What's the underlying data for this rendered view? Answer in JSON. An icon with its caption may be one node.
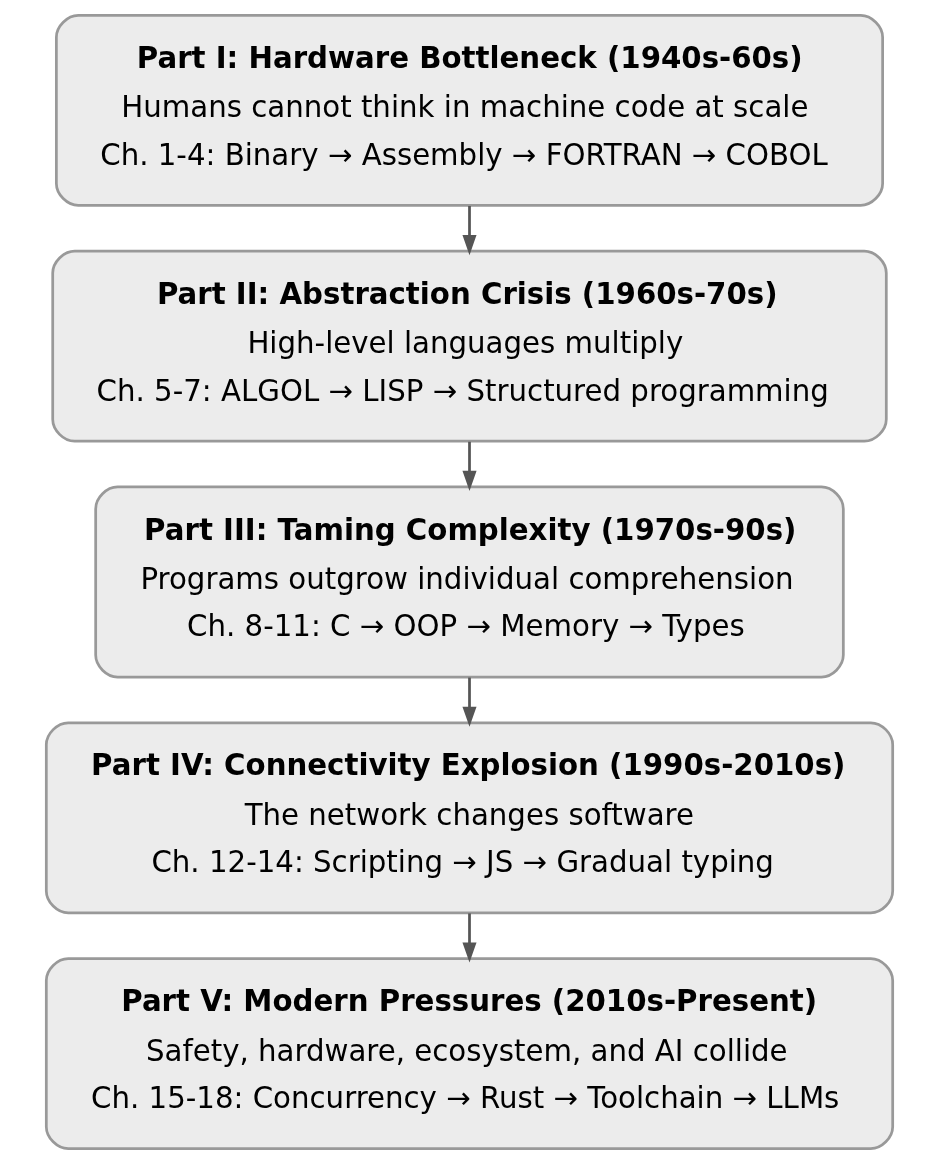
{
  "diagram": {
    "nodes": [
      {
        "text": [
          "Part I: Hardware Bottleneck (1940s-60s)",
          "Humans cannot think in machine code at scale",
          "Ch. 1-4: Binary → Assembly → FORTRAN → COBOL"
        ]
      },
      {
        "text": [
          "Part II: Abstraction Crisis (1960s-70s)",
          "High-level languages multiply",
          "Ch. 5-7: ALGOL → LISP → Structured programming"
        ]
      },
      {
        "text": [
          "Part III: Taming Complexity (1970s-90s)",
          "Programs outgrow individual comprehension",
          "Ch. 8-11: C → OOP → Memory → Types"
        ]
      },
      {
        "text": [
          "Part IV: Connectivity Explosion (1990s-2010s)",
          "The network changes software",
          "Ch. 12-14: Scripting → JS → Gradual typing"
        ]
      },
      {
        "text": [
          "Part V: Modern Pressures (2010s-Present)",
          "Safety, hardware, ecosystem, and AI collide",
          "Ch. 15-18: Concurrency → Rust → Toolchain → LLMs"
        ]
      }
    ],
    "edges": [
      {
        "from": 0,
        "to": 1,
        "arrow": "to"
      },
      {
        "from": 1,
        "to": 2,
        "arrow": "to"
      },
      {
        "from": 2,
        "to": 3,
        "arrow": "to"
      },
      {
        "from": 3,
        "to": 4,
        "arrow": "to"
      }
    ]
  }
}
